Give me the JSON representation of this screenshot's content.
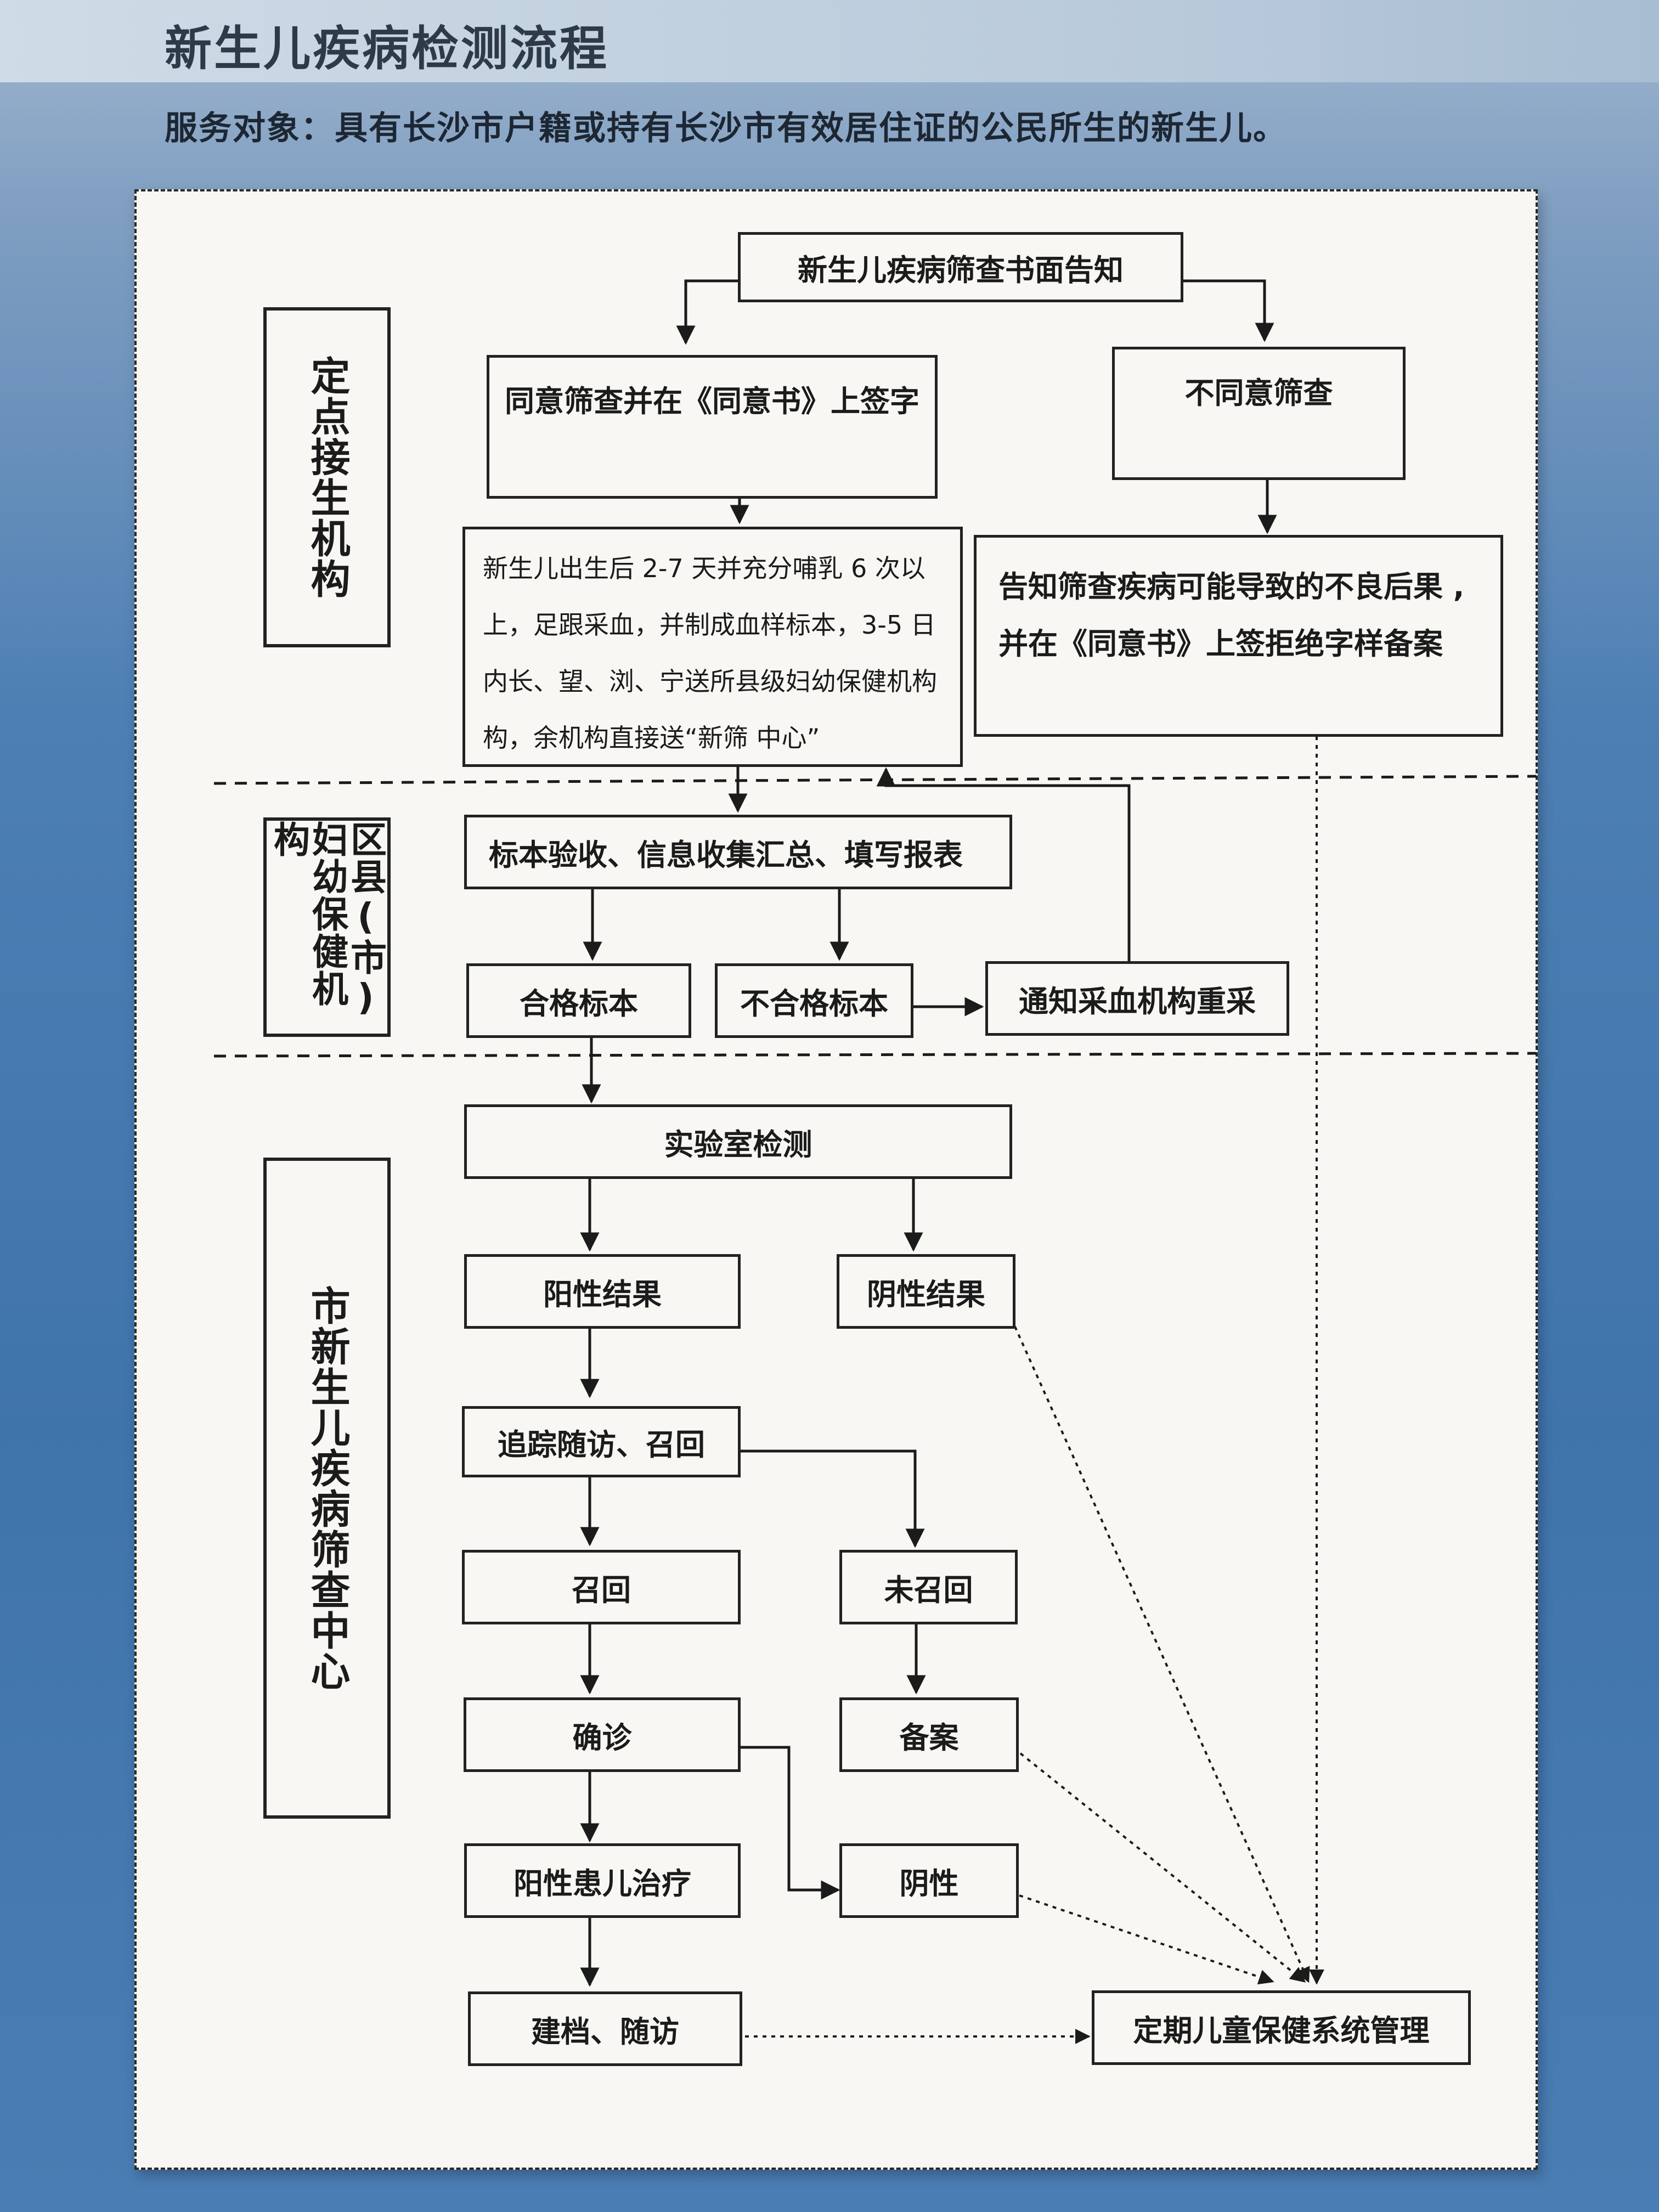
{
  "header": {
    "title": "新生儿疾病检测流程",
    "service_target": "服务对象：具有长沙市户籍或持有长沙市有效居住证的公民所生的新生儿。"
  },
  "zones": {
    "delivery": "定点接生机构",
    "district": "区县(市)妇幼保健机构",
    "center": "市新生儿疾病筛查中心"
  },
  "nodes": {
    "notice": "新生儿疾病筛查书面告知",
    "agree": "同意筛查并在《同意书》上签字",
    "disagree": "不同意筛查",
    "sampling": "新生儿出生后 2-7 天并充分哺乳 6 次以上，足跟采血，并制成血样标本，3-5 日内长、望、浏、宁送所县级妇幼保健机构构，余机构直接送“新筛  中心”",
    "refusal_record": "告知筛查疾病可能导致的不良后果 ,并在《同意书》上签拒绝字样备案",
    "specimen_check": "标本验收、信息收集汇总、填写报表",
    "qualified": "合格标本",
    "unqualified": "不合格标本",
    "resample": "通知采血机构重采",
    "lab_test": "实验室检测",
    "positive": "阳性结果",
    "negative_result": "阴性结果",
    "follow_up": "追踪随访、召回",
    "recalled": "召回",
    "not_recalled": "未召回",
    "confirm": "确诊",
    "archive": "备案",
    "treatment": "阳性患儿治疗",
    "negative": "阴性",
    "file_follow": "建档、随访",
    "child_health": "定期儿童保健系统管理"
  }
}
